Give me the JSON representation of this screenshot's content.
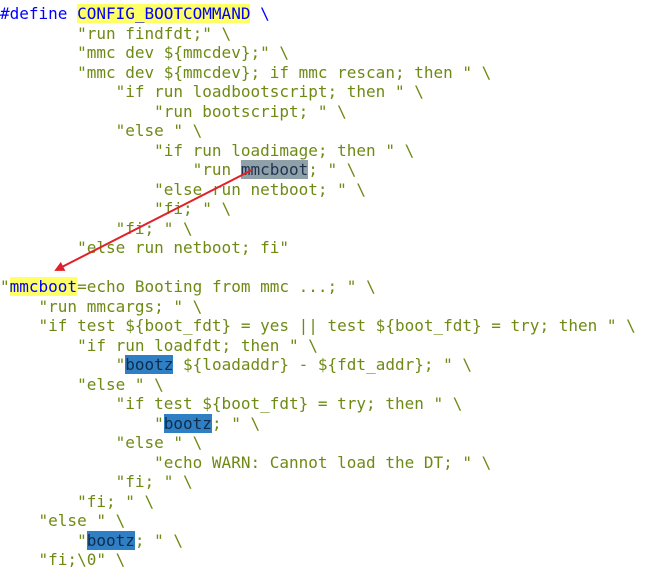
{
  "code": {
    "lines": [
      {
        "segments": [
          {
            "t": "#define ",
            "c": "kw"
          },
          {
            "t": "CONFIG_BOOTCOMMAND",
            "c": "hl-yellow"
          },
          {
            "t": " \\",
            "c": "ctl"
          }
        ]
      },
      {
        "segments": [
          {
            "t": "        \"run findfdt;\" \\",
            "c": "str"
          }
        ]
      },
      {
        "segments": [
          {
            "t": "        \"mmc dev ${mmcdev};\" \\",
            "c": "str"
          }
        ]
      },
      {
        "segments": [
          {
            "t": "        \"mmc dev ${mmcdev}; if mmc rescan; then \" \\",
            "c": "str"
          }
        ]
      },
      {
        "segments": [
          {
            "t": "            \"if run loadbootscript; then \" \\",
            "c": "str"
          }
        ]
      },
      {
        "segments": [
          {
            "t": "                \"run bootscript; \" \\",
            "c": "str"
          }
        ]
      },
      {
        "segments": [
          {
            "t": "            \"else \" \\",
            "c": "str"
          }
        ]
      },
      {
        "segments": [
          {
            "t": "                \"if run loadimage; then \" \\",
            "c": "str"
          }
        ]
      },
      {
        "segments": [
          {
            "t": "                    \"run ",
            "c": "str"
          },
          {
            "t": "mmcboot",
            "c": "hl-gray"
          },
          {
            "t": "; \" \\",
            "c": "str"
          }
        ]
      },
      {
        "segments": [
          {
            "t": "                \"else run netboot; \" \\",
            "c": "str"
          }
        ]
      },
      {
        "segments": [
          {
            "t": "                \"fi; \" \\",
            "c": "str"
          }
        ]
      },
      {
        "segments": [
          {
            "t": "            \"fi; \" \\",
            "c": "str"
          }
        ]
      },
      {
        "segments": [
          {
            "t": "        \"else run netboot; fi\"",
            "c": "str"
          }
        ]
      },
      {
        "segments": [
          {
            "t": "",
            "c": "str"
          }
        ]
      },
      {
        "segments": [
          {
            "t": "\"",
            "c": "str"
          },
          {
            "t": "mmcboot",
            "c": "hl-yellow-str"
          },
          {
            "t": "=echo Booting from mmc ...; \" \\",
            "c": "str"
          }
        ]
      },
      {
        "segments": [
          {
            "t": "    \"run mmcargs; \" \\",
            "c": "str"
          }
        ]
      },
      {
        "segments": [
          {
            "t": "    \"if test ${boot_fdt} = yes || test ${boot_fdt} = try; then \" \\",
            "c": "str"
          }
        ]
      },
      {
        "segments": [
          {
            "t": "        \"if run loadfdt; then \" \\",
            "c": "str"
          }
        ]
      },
      {
        "segments": [
          {
            "t": "            \"",
            "c": "str"
          },
          {
            "t": "bootz",
            "c": "hl-blue"
          },
          {
            "t": " ${loadaddr} - ${fdt_addr}; \" \\",
            "c": "str"
          }
        ]
      },
      {
        "segments": [
          {
            "t": "        \"else \" \\",
            "c": "str"
          }
        ]
      },
      {
        "segments": [
          {
            "t": "            \"if test ${boot_fdt} = try; then \" \\",
            "c": "str"
          }
        ]
      },
      {
        "segments": [
          {
            "t": "                \"",
            "c": "str"
          },
          {
            "t": "bootz",
            "c": "hl-blue"
          },
          {
            "t": "; \" \\",
            "c": "str"
          }
        ]
      },
      {
        "segments": [
          {
            "t": "            \"else \" \\",
            "c": "str"
          }
        ]
      },
      {
        "segments": [
          {
            "t": "                \"echo WARN: Cannot load the DT; \" \\",
            "c": "str"
          }
        ]
      },
      {
        "segments": [
          {
            "t": "            \"fi; \" \\",
            "c": "str"
          }
        ]
      },
      {
        "segments": [
          {
            "t": "        \"fi; \" \\",
            "c": "str"
          }
        ]
      },
      {
        "segments": [
          {
            "t": "    \"else \" \\",
            "c": "str"
          }
        ]
      },
      {
        "segments": [
          {
            "t": "        \"",
            "c": "str"
          },
          {
            "t": "bootz",
            "c": "hl-blue"
          },
          {
            "t": "; \" \\",
            "c": "str"
          }
        ]
      },
      {
        "segments": [
          {
            "t": "    \"fi;\\0\" \\",
            "c": "str"
          }
        ]
      }
    ]
  },
  "annotation": {
    "arrow_color": "#e0202a"
  }
}
